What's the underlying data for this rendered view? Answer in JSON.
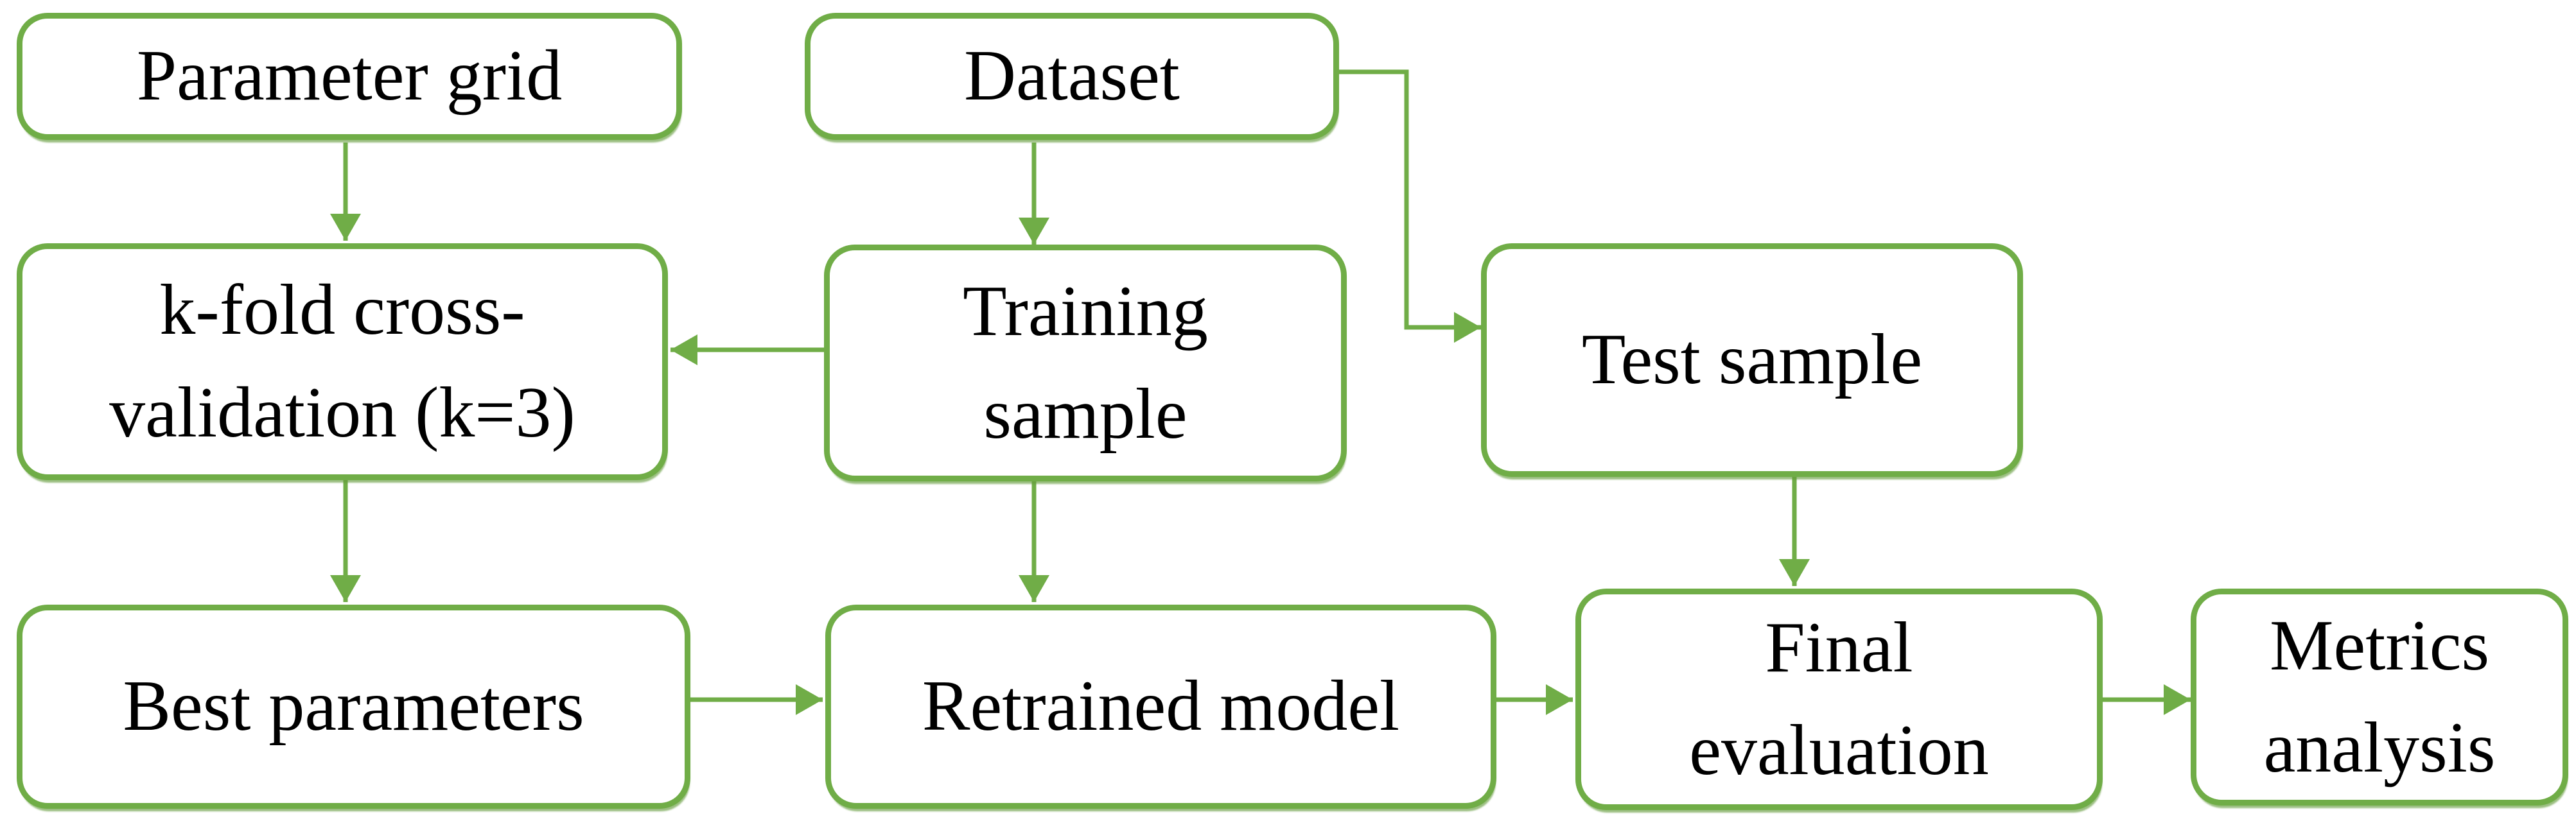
{
  "colors": {
    "accent": "#70ad47",
    "text": "#000000",
    "background": "#ffffff"
  },
  "nodes": {
    "parameter_grid": {
      "lines": [
        "Parameter grid"
      ]
    },
    "dataset": {
      "lines": [
        "Dataset"
      ]
    },
    "kfold": {
      "lines": [
        "k-fold cross-",
        "validation (k=3)"
      ]
    },
    "training_sample": {
      "lines": [
        "Training",
        "sample"
      ]
    },
    "test_sample": {
      "lines": [
        "Test sample"
      ]
    },
    "best_parameters": {
      "lines": [
        "Best parameters"
      ]
    },
    "retrained_model": {
      "lines": [
        "Retrained model"
      ]
    },
    "final_evaluation": {
      "lines": [
        "Final",
        "evaluation"
      ]
    },
    "metrics_analysis": {
      "lines": [
        "Metrics",
        "analysis"
      ]
    }
  },
  "edges": [
    {
      "from": "parameter_grid",
      "to": "kfold"
    },
    {
      "from": "dataset",
      "to": "training_sample"
    },
    {
      "from": "dataset",
      "to": "test_sample"
    },
    {
      "from": "training_sample",
      "to": "kfold"
    },
    {
      "from": "kfold",
      "to": "best_parameters"
    },
    {
      "from": "training_sample",
      "to": "retrained_model"
    },
    {
      "from": "best_parameters",
      "to": "retrained_model"
    },
    {
      "from": "test_sample",
      "to": "final_evaluation"
    },
    {
      "from": "retrained_model",
      "to": "final_evaluation"
    },
    {
      "from": "final_evaluation",
      "to": "metrics_analysis"
    }
  ]
}
